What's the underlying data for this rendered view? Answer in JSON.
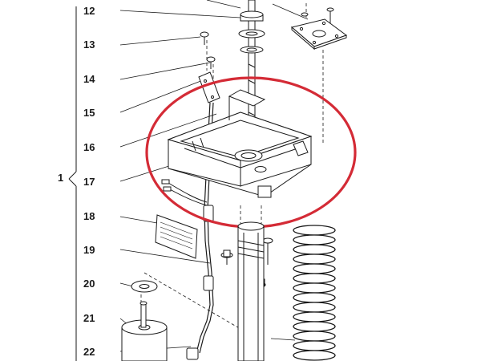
{
  "assembly": {
    "label": "1"
  },
  "callouts": [
    {
      "id": "12",
      "label": "12"
    },
    {
      "id": "13",
      "label": "13"
    },
    {
      "id": "14",
      "label": "14"
    },
    {
      "id": "15",
      "label": "15"
    },
    {
      "id": "16",
      "label": "16"
    },
    {
      "id": "17",
      "label": "17"
    },
    {
      "id": "18",
      "label": "18"
    },
    {
      "id": "19",
      "label": "19"
    },
    {
      "id": "20",
      "label": "20"
    },
    {
      "id": "21",
      "label": "21"
    },
    {
      "id": "22",
      "label": "22"
    }
  ],
  "colors": {
    "line": "#1a1a1a",
    "highlight": "#d42b36",
    "fill": "#ffffff",
    "shade": "#e8e8e8"
  }
}
